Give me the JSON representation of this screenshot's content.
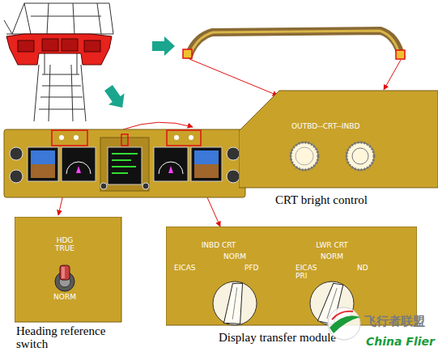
{
  "diagram": {
    "nodes": [
      {
        "text": [
          "OUTBD--CRT--INBD",
          "CRT bright control"
        ]
      },
      {
        "text": [
          "HDG TRUE",
          "NORM",
          "Heading reference switch"
        ]
      },
      {
        "text": [
          "INBD CRT",
          "NORM",
          "EICAS",
          "PFD",
          "LWR CRT",
          "NORM",
          "EICAS PRI",
          "ND",
          "Display transfer module"
        ]
      }
    ],
    "labels": [
      "飞行者联盟",
      "China Flier"
    ]
  }
}
